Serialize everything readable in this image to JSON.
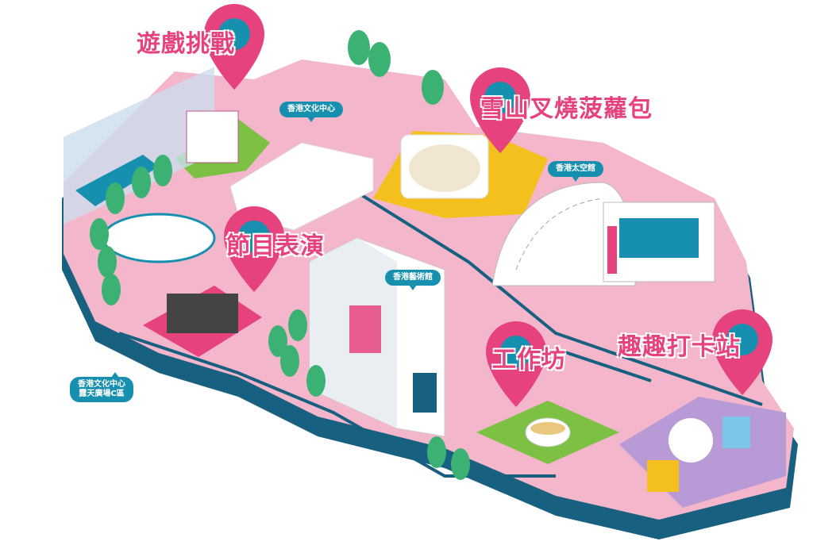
{
  "zones": {
    "games": "遊戲挑戰",
    "bun": "雪山叉燒菠蘿包",
    "performance": "節目表演",
    "workshop": "工作坊",
    "photo_spot": "趣趣打卡站"
  },
  "places": {
    "cultural_centre": "香港文化中心",
    "space_museum": "香港太空館",
    "art_museum": "香港藝術館",
    "piazza_line1": "香港文化中心",
    "piazza_line2": "露天廣場C區"
  },
  "colors": {
    "pink": "#f4b6cb",
    "accent": "#e6427e",
    "base": "#17607f",
    "teal": "#1790b0",
    "yellow": "#f4c01e",
    "green": "#7cc144"
  }
}
